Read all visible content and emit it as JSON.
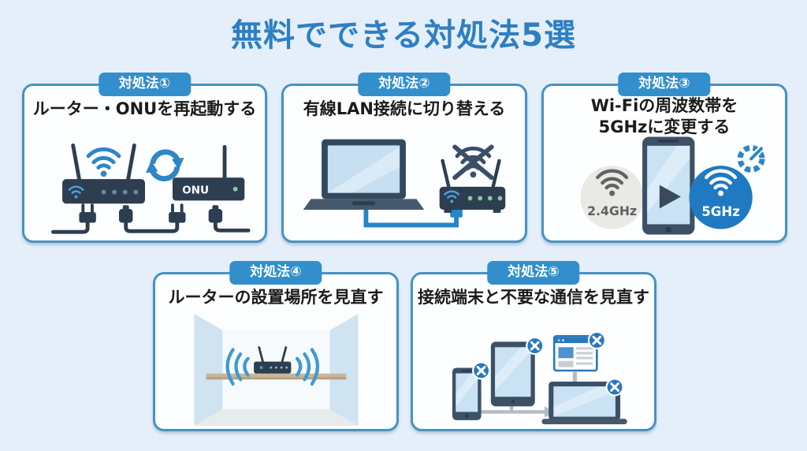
{
  "page": {
    "title": "無料でできる対処法5選"
  },
  "cards": {
    "c1": {
      "badge": "対処法①",
      "title": "ルーター・ONUを再起動する",
      "onu_label": "ONU"
    },
    "c2": {
      "badge": "対処法②",
      "title": "有線LAN接続に切り替える"
    },
    "c3": {
      "badge": "対処法③",
      "title_line1": "Wi-Fiの周波数帯を",
      "title_line2": "5GHzに変更する",
      "band_old": "2.4GHz",
      "band_new": "5GHz"
    },
    "c4": {
      "badge": "対処法④",
      "title": "ルーターの設置場所を見直す"
    },
    "c5": {
      "badge": "対処法⑤",
      "title": "接続端末と不要な通信を見直す"
    }
  },
  "colors": {
    "background": "#e4effa",
    "title_text": "#2e7fc2",
    "badge_bg": "#338fcb",
    "card_border": "#4792c3",
    "card_bg": "#fdfeff",
    "card_title_text": "#1b1b1b",
    "illustration_dark": "#2d3e50",
    "illustration_blue": "#2e86c5",
    "band_old_circle": "#e9e9e6",
    "band_new_circle": "#1f7ac2",
    "connector_gray": "#b4bcc2",
    "shelf_tan": "#c9b69a"
  }
}
